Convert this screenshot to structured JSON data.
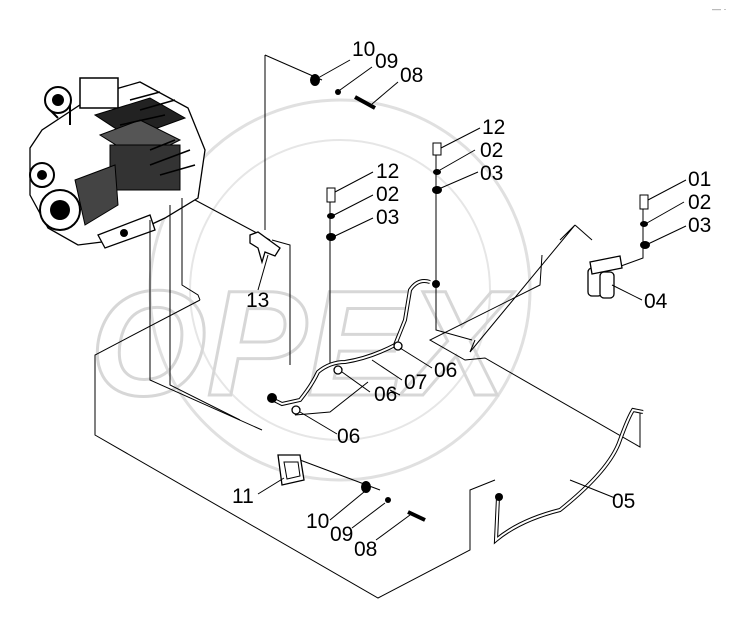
{
  "watermark": "OPEX",
  "corner_mark": "— ·",
  "callouts": {
    "top": [
      "10",
      "09",
      "08"
    ],
    "mid_right": [
      "12",
      "02",
      "03"
    ],
    "mid": [
      "12",
      "02",
      "03"
    ],
    "right": [
      "01",
      "02",
      "03"
    ],
    "bottom": [
      "10",
      "09",
      "08"
    ],
    "single": [
      "13",
      "04",
      "06",
      "07",
      "06",
      "06",
      "11",
      "05"
    ]
  }
}
